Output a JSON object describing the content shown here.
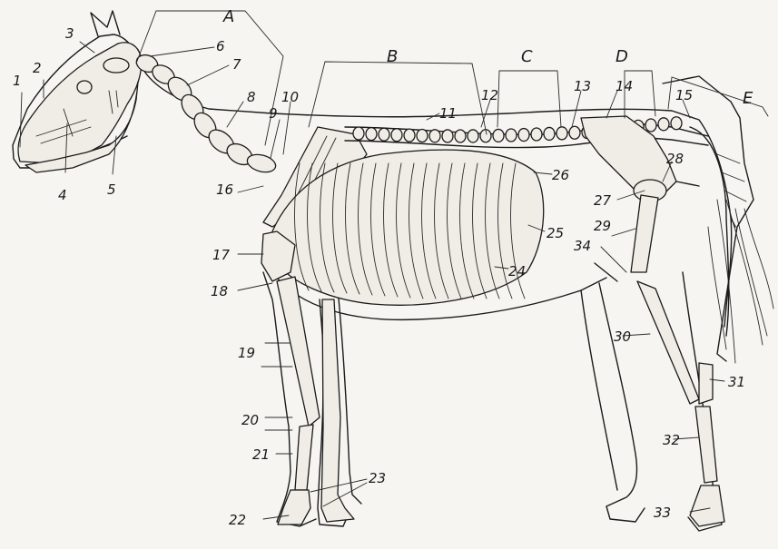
{
  "diagram": {
    "title": "",
    "region_labels": [
      "A",
      "B",
      "C",
      "D",
      "E"
    ],
    "part_labels": [
      "1",
      "2",
      "3",
      "4",
      "5",
      "6",
      "7",
      "8",
      "9",
      "10",
      "11",
      "12",
      "13",
      "14",
      "15",
      "16",
      "17",
      "18",
      "19",
      "20",
      "21",
      "22",
      "23",
      "24",
      "25",
      "26",
      "27",
      "28",
      "29",
      "30",
      "31",
      "32",
      "33",
      "34"
    ]
  }
}
